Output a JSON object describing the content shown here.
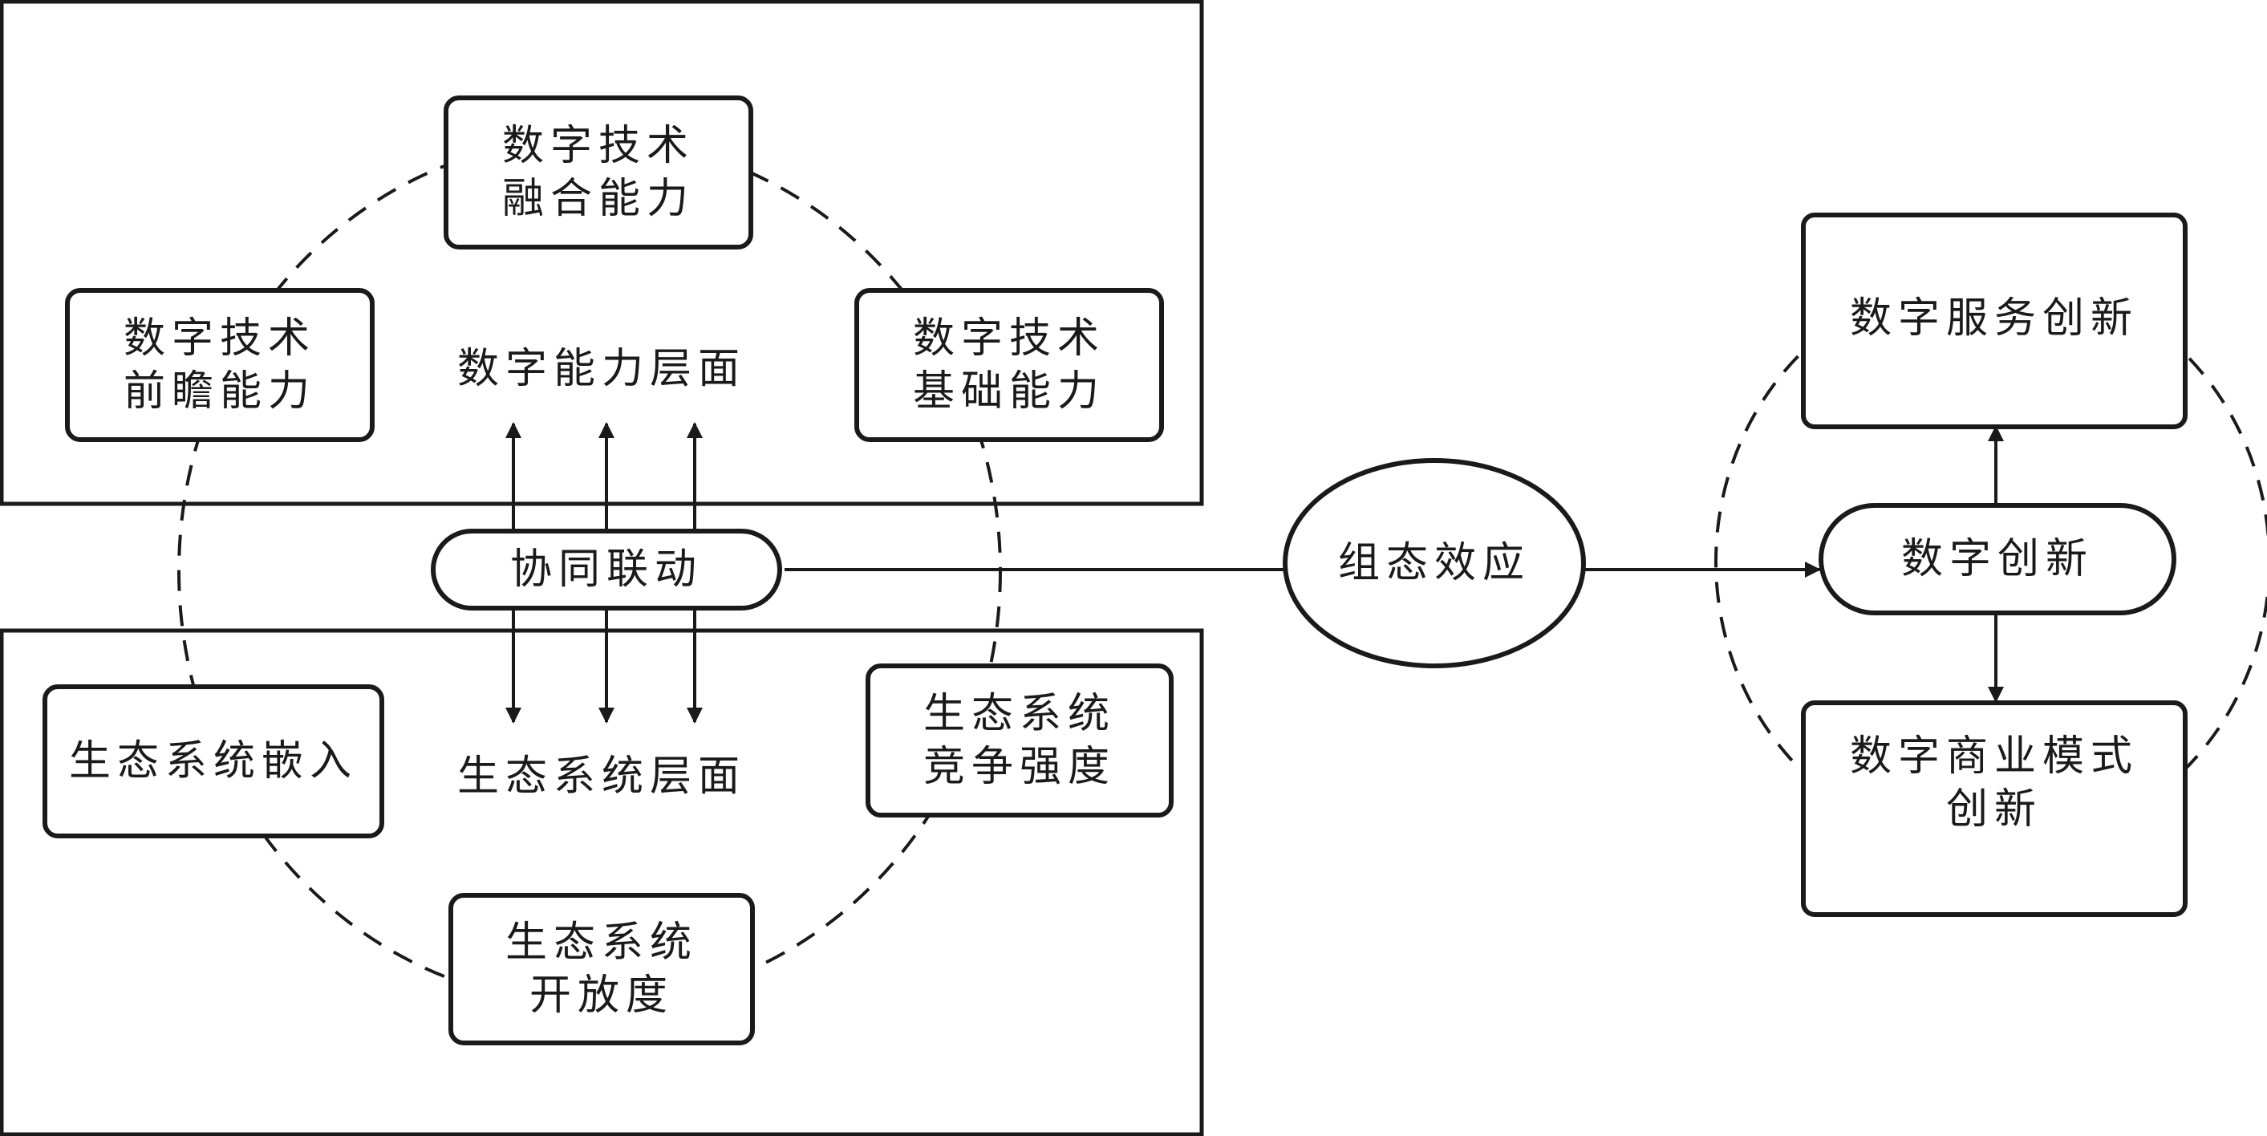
{
  "digital_layer": {
    "title": "数字能力层面",
    "nodes": [
      {
        "id": "fusion",
        "label": "数字技术\n融合能力"
      },
      {
        "id": "foresight",
        "label": "数字技术\n前瞻能力"
      },
      {
        "id": "basic",
        "label": "数字技术\n基础能力"
      }
    ]
  },
  "ecosystem_layer": {
    "title": "生态系统层面",
    "nodes": [
      {
        "id": "embed",
        "label": "生态系统嵌入"
      },
      {
        "id": "competition",
        "label": "生态系统\n竞争强度"
      },
      {
        "id": "openness",
        "label": "生态系统\n开放度"
      }
    ]
  },
  "synergy": {
    "label": "协同联动"
  },
  "configuration": {
    "label": "组态效应"
  },
  "innovation": {
    "center": "数字创新",
    "service": "数字服务创新",
    "business_model": "数字商业模式\n创新"
  },
  "colors": {
    "stroke": "#1a1a1a",
    "background": "#ffffff"
  }
}
